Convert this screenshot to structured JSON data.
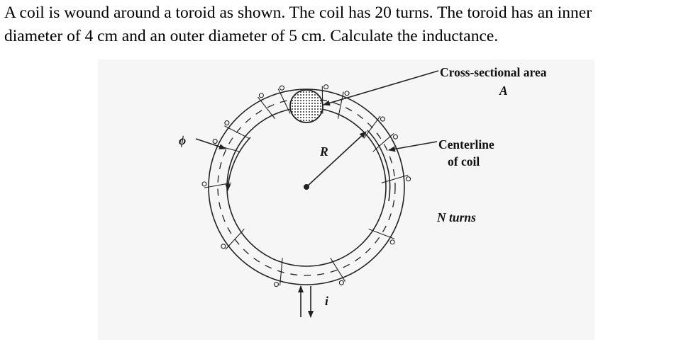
{
  "question": {
    "line1": "A coil is wound around a toroid as shown. The coil has 20 turns. The toroid has an inner",
    "line2": "diameter of 4 cm and an outer diameter of 5 cm. Calculate the inductance."
  },
  "figure": {
    "labels": {
      "cross_section_line1": "Cross-sectional area",
      "cross_section_line2": "A",
      "centerline_line1": "Centerline",
      "centerline_line2": "of coil",
      "turns": "N turns",
      "radius": "R",
      "flux": "ϕ",
      "current": "i"
    }
  }
}
